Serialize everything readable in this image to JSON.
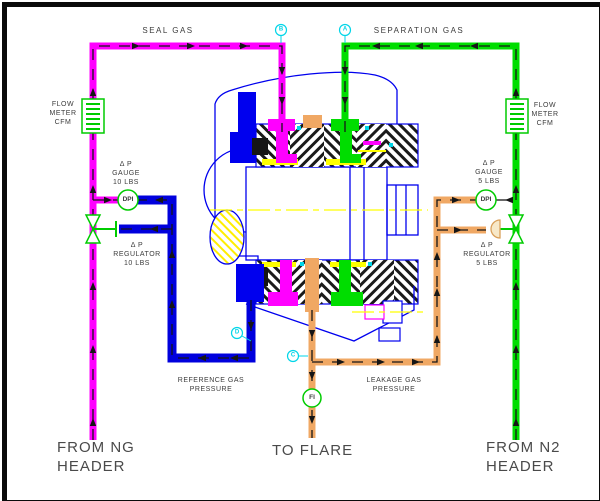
{
  "colors": {
    "seal_gas_line": "#ff00ff",
    "separation_gas_line": "#00dd00",
    "reference_gas_line": "#0000dd",
    "leakage_gas_line": "#f0a864",
    "housing_outline": "#0000ee",
    "instrument_outline": "#00cc00",
    "centerline": "#ffff00",
    "balloon": "#00d5e8",
    "text": "#3c3c3c",
    "border": "#0a0a0a"
  },
  "labels": {
    "seal_gas": "SEAL GAS",
    "separation_gas": "SEPARATION GAS",
    "flow_meter_left": "FLOW\nMETER\nCFM",
    "flow_meter_right": "FLOW\nMETER\nCFM",
    "dp_gauge_left": "Δ P\nGAUGE\n10 LBS",
    "dp_gauge_right": "Δ P\nGAUGE\n5 LBS",
    "dp_regulator_left": "Δ P\nREGULATOR\n10 LBS",
    "dp_regulator_right": "Δ P\nREGULATOR\n5 LBS",
    "reference_gas": "REFERENCE GAS\nPRESSURE",
    "leakage_gas": "LEAKAGE GAS\nPRESSURE",
    "from_ng_header": "FROM NG\nHEADER",
    "to_flare": "TO FLARE",
    "from_n2_header": "FROM N2\nHEADER"
  },
  "instruments": {
    "dpi_left": "DPI",
    "dpi_right": "DPI",
    "flow_indicator": "FI"
  },
  "balloons": {
    "seal_gas_tag": "B",
    "separation_gas_tag": "A",
    "reference_gas_tag": "D",
    "leakage_gas_tag": "C"
  }
}
